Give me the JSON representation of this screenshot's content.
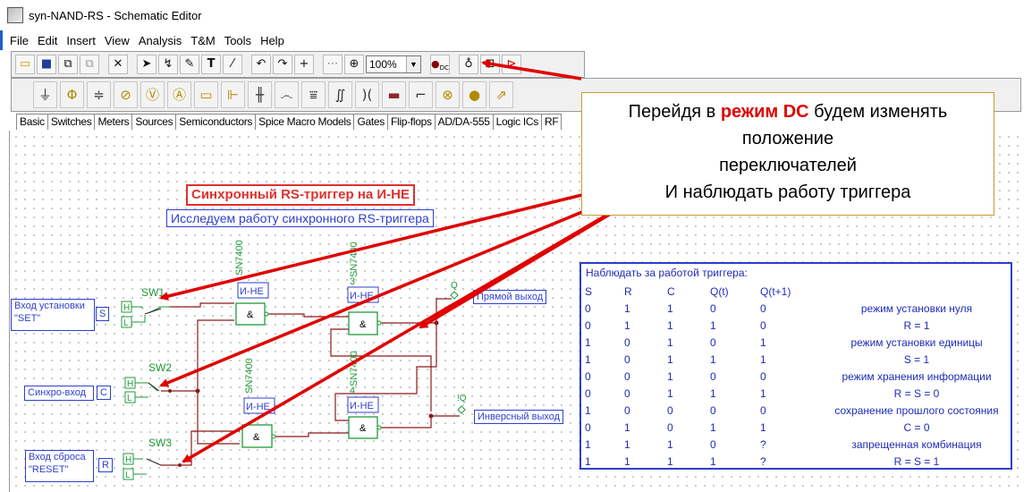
{
  "window": {
    "title": "syn-NAND-RS - Schematic Editor"
  },
  "menu": [
    "File",
    "Edit",
    "Insert",
    "View",
    "Analysis",
    "T&M",
    "Tools",
    "Help"
  ],
  "toolbar": {
    "zoom": "100%"
  },
  "tabs": [
    "Basic",
    "Switches",
    "Meters",
    "Sources",
    "Semiconductors",
    "Spice Macro Models",
    "Gates",
    "Flip-flops",
    "AD/DA-555",
    "Logic ICs",
    "RF"
  ],
  "callout": {
    "line1_pre": "Перейдя в ",
    "line1_hl": "режим DC",
    "line1_post": " будем изменять",
    "line2": "положение",
    "line3": "переключателей",
    "line4": "И наблюдать работу триггера"
  },
  "sheet": {
    "title": "Синхронный RS-триггер на И-НЕ",
    "subtitle": "Исследуем работу синхронного RS-триггера"
  },
  "inputs": [
    {
      "label_line1": "Вход установки",
      "label_line2": "\"SET\"",
      "pin": "S",
      "switch": "SW1"
    },
    {
      "label_line1": "Синхро-вход",
      "label_line2": "",
      "pin": "C",
      "switch": "SW2"
    },
    {
      "label_line1": "Вход сброса",
      "label_line2": "\"RESET\"",
      "pin": "R",
      "switch": "SW3"
    }
  ],
  "switch_levels": {
    "high": "H",
    "low": "L"
  },
  "gates": {
    "part": "SN7400",
    "type_label": "И-НЕ",
    "symbol": "&",
    "pin_prefixes": [
      "",
      "3",
      "",
      "4"
    ]
  },
  "outputs": [
    {
      "probe": "Q",
      "label": "Прямой выход"
    },
    {
      "probe": "!Q",
      "label": "Инверсный выход"
    }
  ],
  "truth_table": {
    "caption": "Наблюдать за работой триггера:",
    "headers": [
      "S",
      "R",
      "C",
      "Q(t)",
      "Q(t+1)"
    ],
    "rows": [
      {
        "v": [
          "0",
          "1",
          "1",
          "0",
          "0"
        ],
        "note": "режим установки нуля"
      },
      {
        "v": [
          "0",
          "1",
          "1",
          "1",
          "0"
        ],
        "note": "R = 1"
      },
      {
        "v": [
          "1",
          "0",
          "1",
          "0",
          "1"
        ],
        "note": "режим установки единицы"
      },
      {
        "v": [
          "1",
          "0",
          "1",
          "1",
          "1"
        ],
        "note": "S = 1"
      },
      {
        "v": [
          "0",
          "0",
          "1",
          "0",
          "0"
        ],
        "note": "режим хранения информации"
      },
      {
        "v": [
          "0",
          "0",
          "1",
          "1",
          "1"
        ],
        "note": "R = S = 0"
      },
      {
        "v": [
          "1",
          "0",
          "0",
          "0",
          "0"
        ],
        "note": "сохранение прошлого состояния"
      },
      {
        "v": [
          "0",
          "1",
          "0",
          "1",
          "1"
        ],
        "note": "C = 0"
      },
      {
        "v": [
          "1",
          "1",
          "1",
          "0",
          "?"
        ],
        "note": "запрещенная комбинация"
      },
      {
        "v": [
          "1",
          "1",
          "1",
          "1",
          "?"
        ],
        "note": "R = S = 1"
      }
    ]
  },
  "colors": {
    "annotation_arrow": "#e00000",
    "label_blue": "#2d3fce",
    "wire": "#8b1a1a",
    "part_green": "#1f9a3a"
  }
}
